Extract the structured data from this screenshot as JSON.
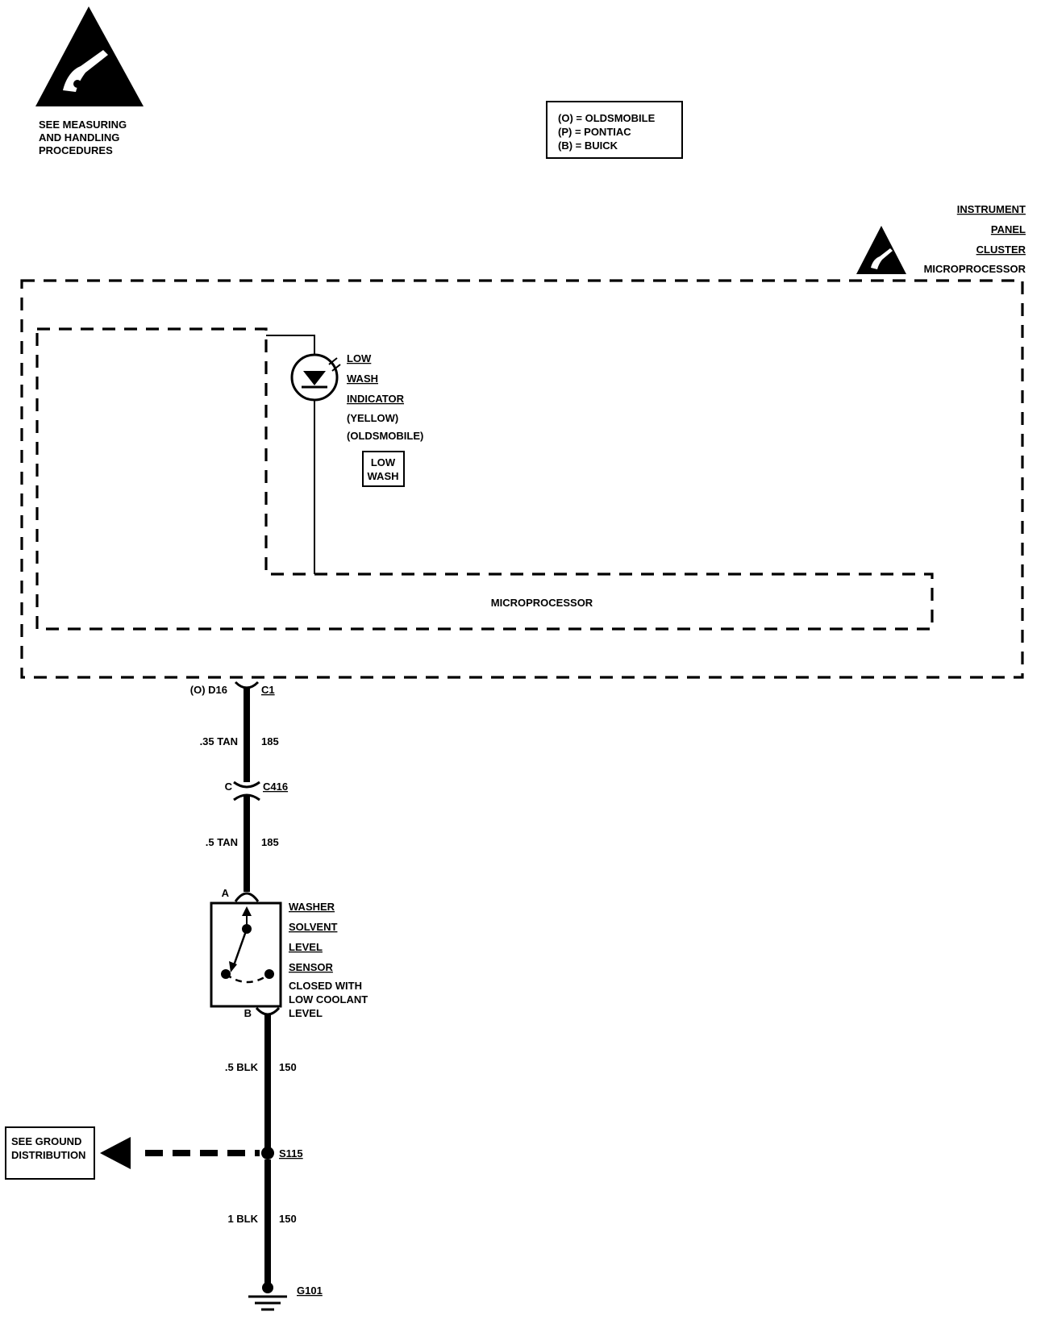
{
  "esd_notice": {
    "lines": [
      "SEE MEASURING",
      "AND HANDLING",
      "PROCEDURES"
    ]
  },
  "legend": {
    "lines": [
      "(O)  =  OLDSMOBILE",
      "(P)  =  PONTIAC",
      "(B)  =  BUICK"
    ]
  },
  "cluster": {
    "title_lines": [
      "INSTRUMENT",
      "PANEL",
      "CLUSTER",
      "MICROPROCESSOR"
    ],
    "microprocessor_label": "MICROPROCESSOR"
  },
  "indicator": {
    "name_lines": [
      "LOW",
      "WASH",
      "INDICATOR"
    ],
    "detail_lines": [
      "(YELLOW)",
      "(OLDSMOBILE)"
    ],
    "display_lines": [
      "LOW",
      "WASH"
    ]
  },
  "connectors": {
    "c1_pin": "(O)  D16",
    "c1_name": "C1",
    "c416_pin": "C",
    "c416_name": "C416",
    "sensor_pin_a": "A",
    "sensor_pin_b": "B"
  },
  "wires": [
    {
      "gauge_color": ".35 TAN",
      "circuit": "185"
    },
    {
      "gauge_color": ".5 TAN",
      "circuit": "185"
    },
    {
      "gauge_color": ".5 BLK",
      "circuit": "150"
    },
    {
      "gauge_color": "1 BLK",
      "circuit": "150"
    }
  ],
  "sensor": {
    "name_lines": [
      "WASHER",
      "SOLVENT",
      "LEVEL",
      "SENSOR"
    ],
    "note_lines": [
      "CLOSED WITH",
      "LOW COOLANT",
      "LEVEL"
    ]
  },
  "splice": {
    "name": "S115"
  },
  "ground_ref": {
    "lines": [
      "SEE GROUND",
      "DISTRIBUTION"
    ]
  },
  "ground": {
    "name": "G101"
  }
}
